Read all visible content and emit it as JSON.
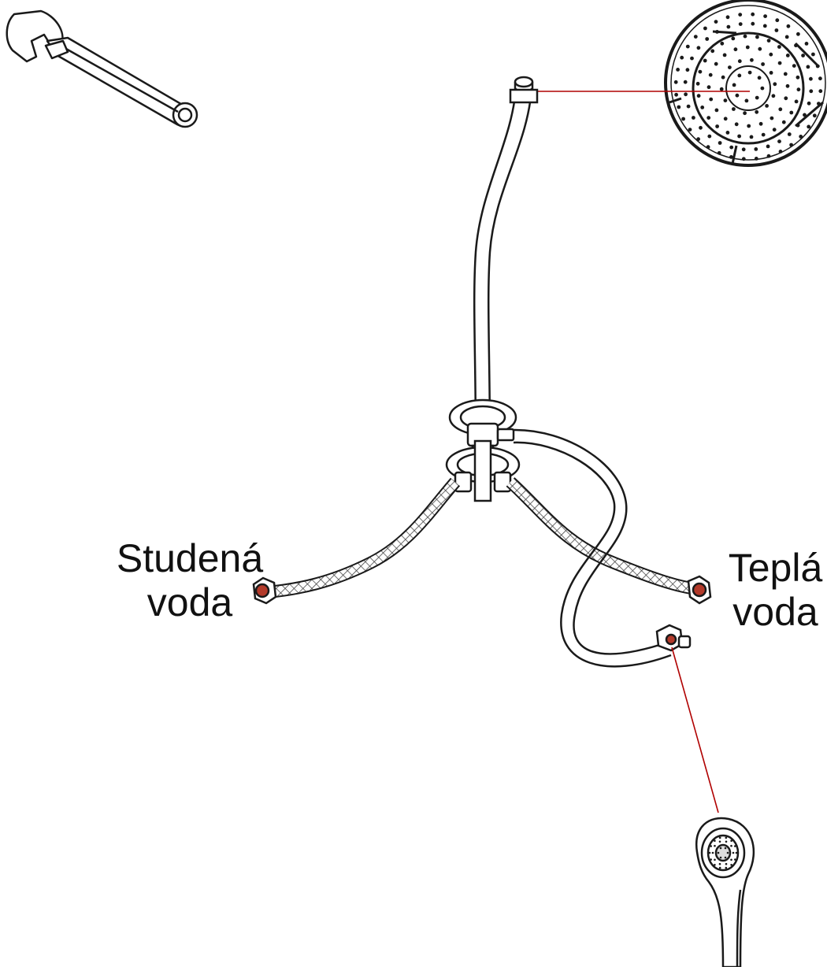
{
  "labels": {
    "cold_water": {
      "line1": "Studená",
      "line2": "voda"
    },
    "hot_water": {
      "line1": "Teplá",
      "line2": "voda"
    }
  },
  "parts": {
    "tool": "wrench-icon",
    "overhead_shower": "rain-shower-head-icon",
    "hand_shower": "hand-shower-icon",
    "riser": "shower-riser-pipe",
    "mixer": "mixer-valve",
    "cold_hose": "braided-hose-cold",
    "hot_hose": "braided-hose-hot",
    "shower_hose": "flexible-shower-hose"
  },
  "colors": {
    "outline": "#1a1a1a",
    "connector_line": "#b00000",
    "hose_mesh": "#555555"
  }
}
